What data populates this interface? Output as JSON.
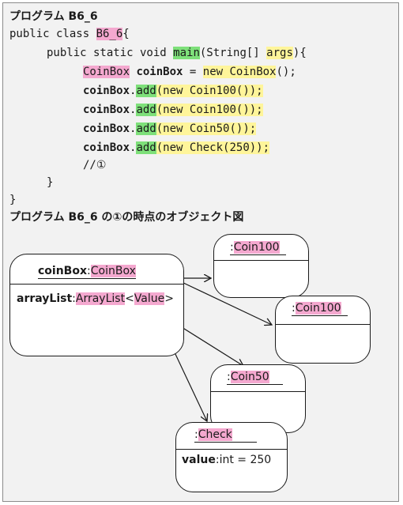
{
  "program": {
    "title": "プログラム B6_6",
    "class_decl": {
      "prefix": "public class ",
      "class_name": "B6_6",
      "brace": "{"
    },
    "main_decl": {
      "prefix": "public static void ",
      "method": "main",
      "param_type": "(String[] ",
      "param_name": "args",
      "suffix": "){"
    },
    "new_stmt": {
      "type": "CoinBox",
      "var": "coinBox",
      "equals": " = ",
      "new_expr": "new CoinBox",
      "end": "();"
    },
    "add_lines": [
      {
        "obj": "coinBox",
        "dot": ".",
        "method": "add",
        "arg": "(new Coin100());"
      },
      {
        "obj": "coinBox",
        "dot": ".",
        "method": "add",
        "arg": "(new Coin100());"
      },
      {
        "obj": "coinBox",
        "dot": ".",
        "method": "add",
        "arg": "(new Coin50());"
      },
      {
        "obj": "coinBox",
        "dot": ".",
        "method": "add",
        "arg": "(new Check(250));"
      }
    ],
    "comment": "//①",
    "close_inner": "}",
    "close_outer": "}"
  },
  "diagram": {
    "title": "プログラム B6_6 の①の時点のオブジェクト図",
    "coinbox": {
      "name": "coinBox",
      "sep": ":",
      "type": "CoinBox",
      "attr_name": "arrayList",
      "attr_sep": ":",
      "attr_type": "ArrayList",
      "attr_lt": "<",
      "attr_generic": "Value",
      "attr_gt": ">"
    },
    "objects": [
      {
        "sep": ":",
        "type": "Coin100"
      },
      {
        "sep": ":",
        "type": "Coin100"
      },
      {
        "sep": ":",
        "type": "Coin50"
      },
      {
        "sep": ":",
        "type": "Check",
        "attr_name": "value",
        "attr_sep": ":",
        "attr_value": "int = 250"
      }
    ]
  },
  "colors": {
    "pink": "#f4a8cf",
    "green": "#7ee07a",
    "yellow": "#fff59a",
    "panel": "#f2f2f2"
  }
}
